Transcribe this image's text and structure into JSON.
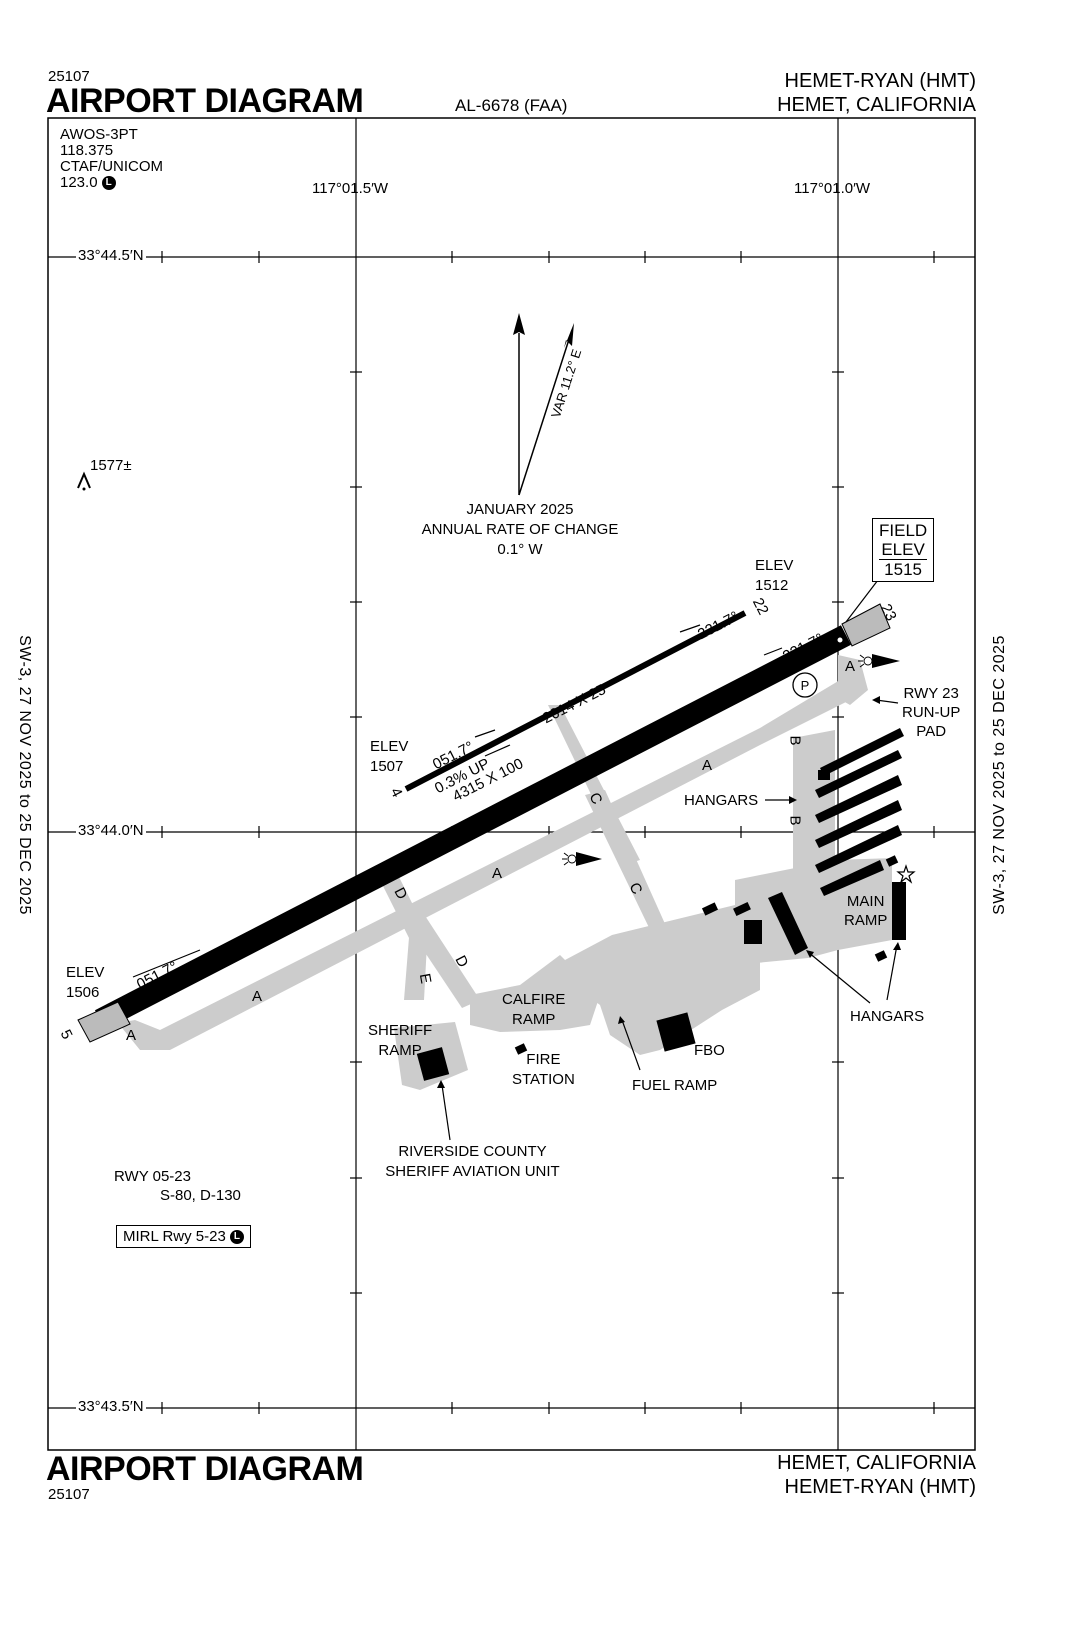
{
  "header": {
    "chart_number": "25107",
    "title": "AIRPORT DIAGRAM",
    "al_number": "AL-6678 (FAA)",
    "airport_name": "HEMET-RYAN (HMT)",
    "city": "HEMET, CALIFORNIA"
  },
  "footer": {
    "title": "AIRPORT DIAGRAM",
    "chart_number": "25107",
    "city": "HEMET, CALIFORNIA",
    "airport_name": "HEMET-RYAN (HMT)"
  },
  "comms": {
    "awos": "AWOS-3PT",
    "awos_freq": "118.375",
    "ctaf": "CTAF/UNICOM",
    "ctaf_freq": "123.0",
    "l_symbol": "L"
  },
  "grid": {
    "lon_left": "117°01.5′W",
    "lon_right": "117°01.0′W",
    "lat_top": "33°44.5′N",
    "lat_mid": "33°44.0′N",
    "lat_bottom": "33°43.5′N"
  },
  "side": {
    "left": "SW-3,  27 NOV 2025  to  25 DEC 2025",
    "right": "SW-3,  27 NOV 2025  to  25 DEC 2025"
  },
  "magnetic": {
    "var": "VAR 11.2° E",
    "epoch": "JANUARY 2025",
    "rate_label": "ANNUAL RATE OF CHANGE",
    "rate": "0.1° W"
  },
  "obstacle": {
    "elev": "1577±"
  },
  "field_elev": {
    "label1": "FIELD",
    "label2": "ELEV",
    "value": "1515"
  },
  "runways": {
    "main": {
      "dims": "4315 X 100",
      "heading_sw": "051.7°",
      "heading_ne": "231.7°",
      "end_sw": "5",
      "end_ne": "23",
      "elev_sw_label": "ELEV",
      "elev_sw": "1506"
    },
    "glider": {
      "dims": "2014 X 25",
      "heading_sw": "051.7°",
      "heading_ne": "231.7°",
      "gradient": "0.3% UP",
      "end_sw": "4",
      "end_ne": "22",
      "elev_sw_label": "ELEV",
      "elev_sw": "1507",
      "elev_ne_label": "ELEV",
      "elev_ne": "1512"
    }
  },
  "taxiways": {
    "a": "A",
    "b": "B",
    "c": "C",
    "d": "D",
    "e": "E"
  },
  "labels": {
    "runup_pad": [
      "RWY 23",
      "RUN-UP",
      "PAD"
    ],
    "hangars_top": "HANGARS",
    "main_ramp": [
      "MAIN",
      "RAMP"
    ],
    "hangars_bottom": "HANGARS",
    "calfire_ramp": [
      "CALFIRE",
      "RAMP"
    ],
    "sheriff_ramp": [
      "SHERIFF",
      "RAMP"
    ],
    "fire_station": [
      "FIRE",
      "STATION"
    ],
    "fuel_ramp": "FUEL RAMP",
    "fbo": "FBO",
    "riverside": [
      "RIVERSIDE COUNTY",
      "SHERIFF AVIATION UNIT"
    ],
    "parking": "P"
  },
  "runway_info": {
    "rwy": "RWY 05-23",
    "strength": "S-80, D-130",
    "mirl": "MIRL Rwy 5-23",
    "l_symbol": "L"
  }
}
